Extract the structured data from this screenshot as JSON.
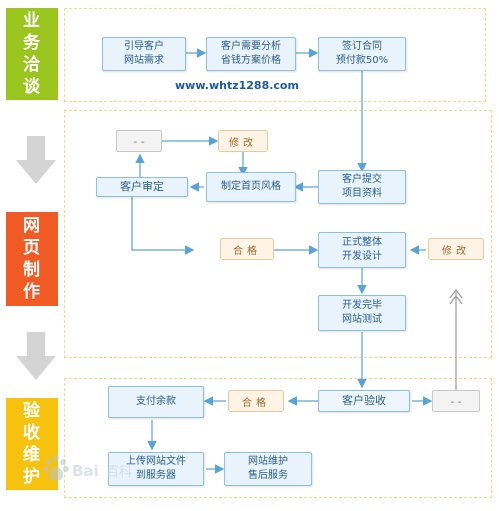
{
  "colors": {
    "stage1": "#9bc41e",
    "stage2": "#f05a24",
    "stage3": "#f6c20e",
    "box_bg": "#e8f3fb",
    "box_border": "#8cbfe0",
    "line": "#5aa3d6",
    "arrow_gray": "#c8c8c8"
  },
  "stages": [
    {
      "label": "业务洽谈"
    },
    {
      "label": "网页制作"
    },
    {
      "label": "验收维护"
    }
  ],
  "website": "www.whtz1288.com",
  "stage1_boxes": [
    {
      "text": "引导客户\n网站需求"
    },
    {
      "text": "客户需要分析\n省钱方案价格"
    },
    {
      "text": "签订合同\n预付款50%"
    }
  ],
  "stage2": {
    "face": "- -",
    "modify_top": "修改",
    "client_review": "客户审定",
    "homepage_style": "制定首页风格",
    "client_submit": "客户提交\n项目资料",
    "pass": "合格",
    "formal_design": "正式整体\n开发设计",
    "modify_right": "修改",
    "dev_done": "开发完毕\n网站测试"
  },
  "stage3": {
    "pay_balance": "支付余款",
    "pass": "合格",
    "client_accept": "客户验收",
    "face": "- -",
    "upload": "上传网站文件\n到服务器",
    "maintenance": "网站维护\n售后服务"
  },
  "watermark": "Baidu 百科"
}
